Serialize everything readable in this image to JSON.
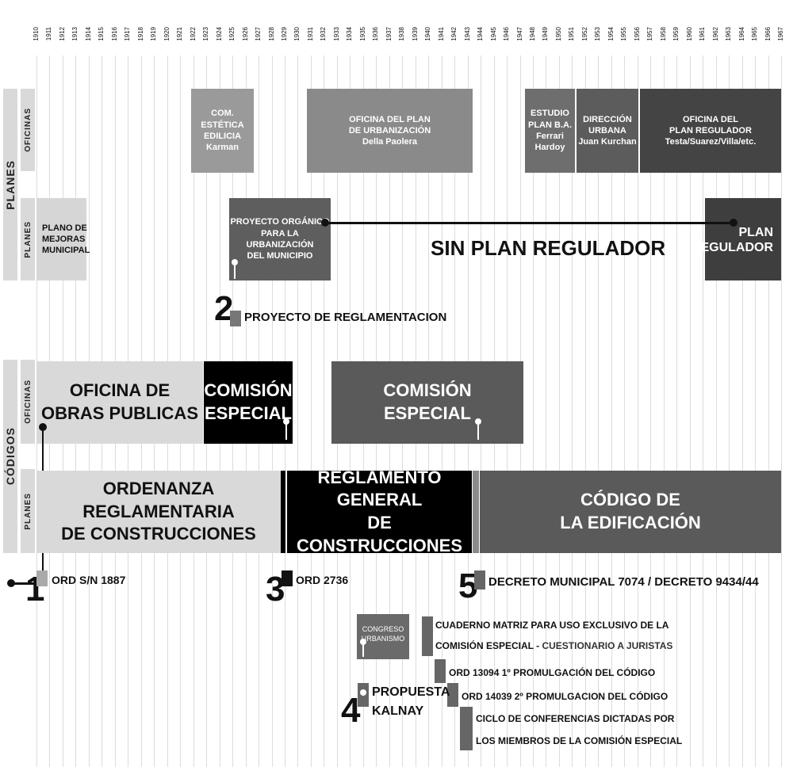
{
  "years": [
    "1910",
    "1911",
    "1912",
    "1913",
    "1914",
    "1915",
    "1916",
    "1917",
    "1918",
    "1919",
    "1920",
    "1921",
    "1922",
    "1923",
    "1924",
    "1925",
    "1926",
    "1927",
    "1928",
    "1929",
    "1930",
    "1931",
    "1932",
    "1933",
    "1934",
    "1935",
    "1936",
    "1937",
    "1938",
    "1939",
    "1940",
    "1941",
    "1942",
    "1943",
    "1944",
    "1945",
    "1946",
    "1947",
    "1948",
    "1949",
    "1950",
    "1951",
    "1952",
    "1953",
    "1954",
    "1955",
    "1956",
    "1957",
    "1958",
    "1959",
    "1960",
    "1961",
    "1962",
    "1963",
    "1964",
    "1965",
    "1966",
    "1967"
  ],
  "sections": {
    "planes": "PLANES",
    "codigos": "CÓDIGOS",
    "oficinas_a": "OFICINAS",
    "planes_a": "PLANES",
    "oficinas_b": "OFICINAS",
    "planes_b": "PLANES"
  },
  "plan_offices": {
    "karman": "COM. ESTÉTICA\nEDILICIA\nKarman",
    "paolera": "OFICINA DEL PLAN\nDE URBANIZACIÓN\nDella Paolera",
    "ferrari": "ESTUDIO\nPLAN  B.A.\nFerrari Hardoy",
    "kurchan": "DIRECCIÓN\nURBANA\nJuan Kurchan",
    "regulador": "OFICINA DEL\nPLAN REGULADOR\nTesta/Suarez/Villa/etc."
  },
  "plans": {
    "mejoras": "PLANO DE\nMEJORAS\nMUNICIPAL",
    "organico": "PROYECTO ORGÁNICO\nPARA LA URBANIZACIÓN\nDEL MUNICIPIO",
    "sin_plan": "SIN PLAN REGULADOR",
    "regulador": "PLAN\nREGULADOR"
  },
  "milestones": {
    "n1": "1",
    "n1_label": "ORD S/N 1887",
    "n2": "2",
    "n2_label": "PROYECTO DE REGLAMENTACION",
    "n3": "3",
    "n3_label": "ORD 2736",
    "n4": "4",
    "n4_label": "PROPUESTA\nKALNAY",
    "n5": "5",
    "n5_label": "DECRETO MUNICIPAL 7074  / DECRETO 9434/44"
  },
  "code_offices": {
    "obras": "OFICINA DE\nOBRAS PUBLICAS",
    "comision1": "COMISIÓN\nESPECIAL",
    "comision2": "COMISIÓN\nESPECIAL"
  },
  "codes": {
    "ordenanza": "ORDENANZA REGLAMENTARIA\nDE CONSTRUCCIONES",
    "reglamento": "REGLAMENTO GENERAL\nDE CONSTRUCCIONES",
    "codigo": "CÓDIGO DE\nLA EDIFICACIÓN"
  },
  "events": {
    "congreso": "CONGRESO\nURBANISMO",
    "cuaderno_a": "CUADERNO MATRIZ PARA USO EXCLUSIVO DE LA",
    "cuaderno_b": "COMISIÓN ESPECIAL - ",
    "cuaderno_c": "CUESTIONARIO A JURISTAS",
    "ord13094": "ORD 13094 1º PROMULGACIÓN DEL CÓDIGO",
    "ord14039": "ORD 14039 2º PROMULGACION DEL CÓDIGO",
    "ciclo_a": "CICLO DE CONFERENCIAS DICTADAS POR",
    "ciclo_b": "LOS MIEMBROS DE LA COMISIÓN ESPECIAL"
  }
}
